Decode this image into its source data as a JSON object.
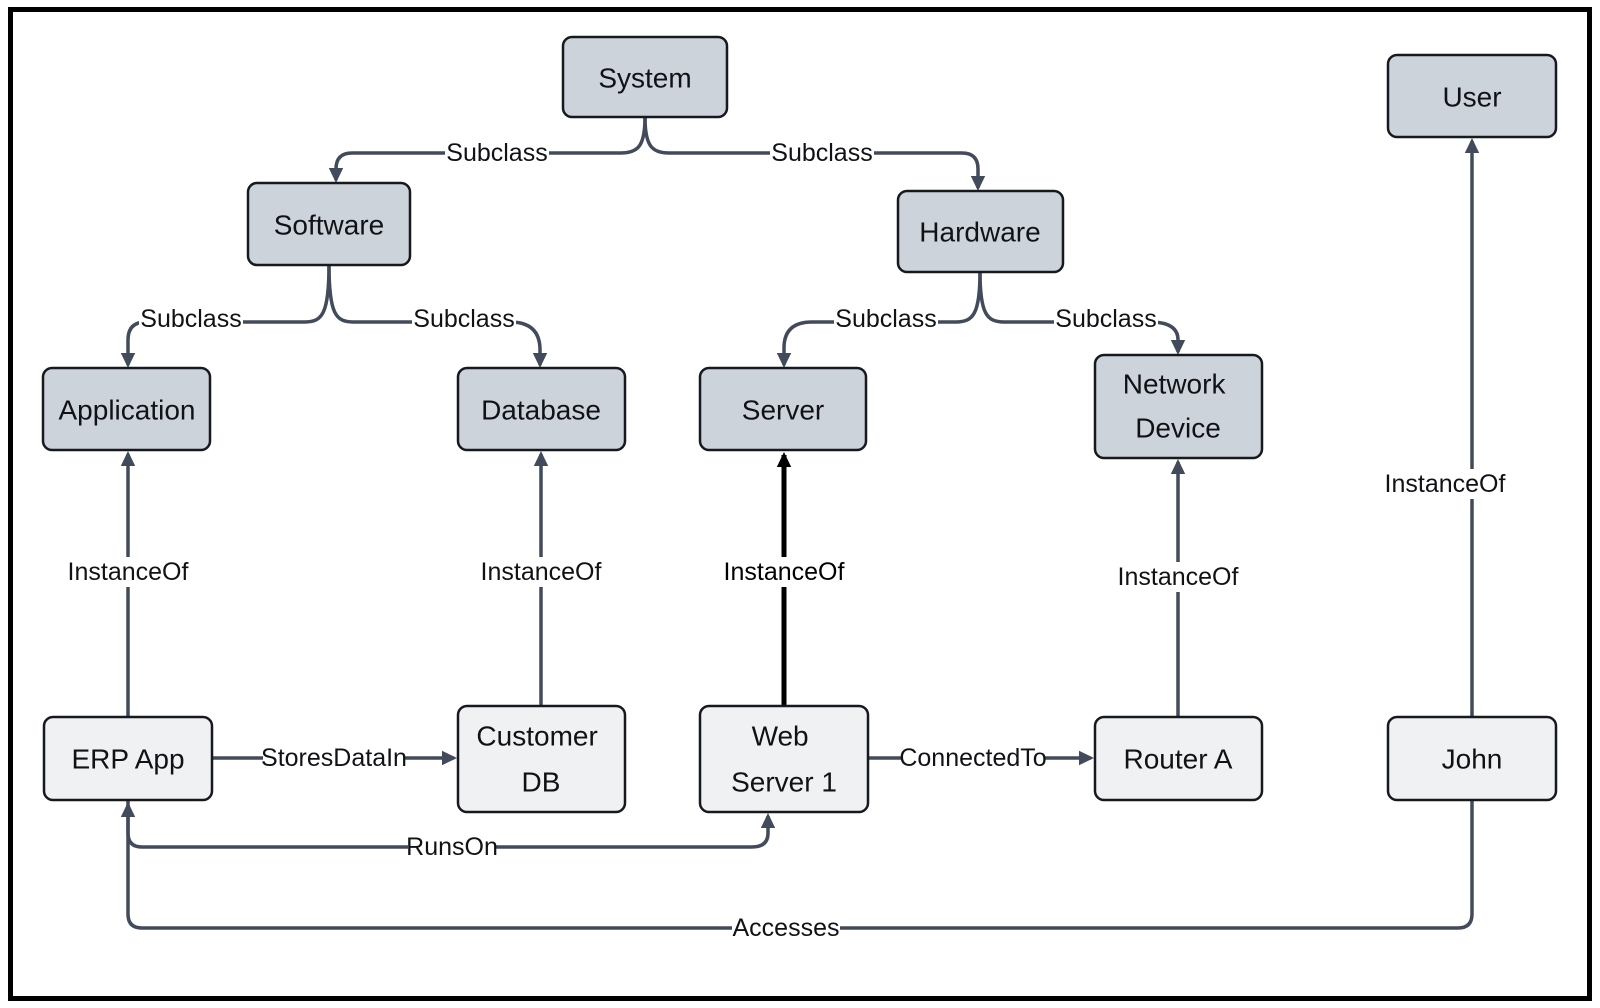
{
  "diagram": {
    "type": "ontology-graph",
    "nodes": {
      "system": {
        "label": "System",
        "kind": "class"
      },
      "software": {
        "label": "Software",
        "kind": "class"
      },
      "hardware": {
        "label": "Hardware",
        "kind": "class"
      },
      "application": {
        "label": "Application",
        "kind": "class"
      },
      "database": {
        "label": "Database",
        "kind": "class"
      },
      "server": {
        "label": "Server",
        "kind": "class"
      },
      "network_device": {
        "label": "Network Device",
        "lines": [
          "Network",
          "Device"
        ],
        "kind": "class"
      },
      "user": {
        "label": "User",
        "kind": "class"
      },
      "erp_app": {
        "label": "ERP App",
        "kind": "instance"
      },
      "customer_db": {
        "label": "Customer DB",
        "lines": [
          "Customer",
          "DB"
        ],
        "kind": "instance"
      },
      "web_server_1": {
        "label": "Web Server 1",
        "lines": [
          "Web",
          "Server 1"
        ],
        "kind": "instance"
      },
      "router_a": {
        "label": "Router A",
        "kind": "instance"
      },
      "john": {
        "label": "John",
        "kind": "instance"
      }
    },
    "edges": [
      {
        "from": "System",
        "to": "Software",
        "label": "Subclass"
      },
      {
        "from": "System",
        "to": "Hardware",
        "label": "Subclass"
      },
      {
        "from": "Software",
        "to": "Application",
        "label": "Subclass"
      },
      {
        "from": "Software",
        "to": "Database",
        "label": "Subclass"
      },
      {
        "from": "Hardware",
        "to": "Server",
        "label": "Subclass"
      },
      {
        "from": "Hardware",
        "to": "Network Device",
        "label": "Subclass"
      },
      {
        "from": "ERP App",
        "to": "Application",
        "label": "InstanceOf"
      },
      {
        "from": "Customer DB",
        "to": "Database",
        "label": "InstanceOf"
      },
      {
        "from": "Web Server 1",
        "to": "Server",
        "label": "InstanceOf",
        "highlighted": true
      },
      {
        "from": "Router A",
        "to": "Network Device",
        "label": "InstanceOf"
      },
      {
        "from": "John",
        "to": "User",
        "label": "InstanceOf"
      },
      {
        "from": "ERP App",
        "to": "Customer DB",
        "label": "StoresDataIn"
      },
      {
        "from": "Web Server 1",
        "to": "Router A",
        "label": "ConnectedTo"
      },
      {
        "from": "ERP App",
        "to": "Web Server 1",
        "label": "RunsOn"
      },
      {
        "from": "John",
        "to": "ERP App",
        "label": "Accesses"
      }
    ],
    "colors": {
      "class_fill": "#CDD3DA",
      "instance_fill": "#EFF1F3",
      "node_border": "#16191E",
      "edge": "#424B5B",
      "edge_highlight": "#000000",
      "label_text": "#101216",
      "background": "#FFFFFF",
      "frame": "#000000"
    }
  }
}
